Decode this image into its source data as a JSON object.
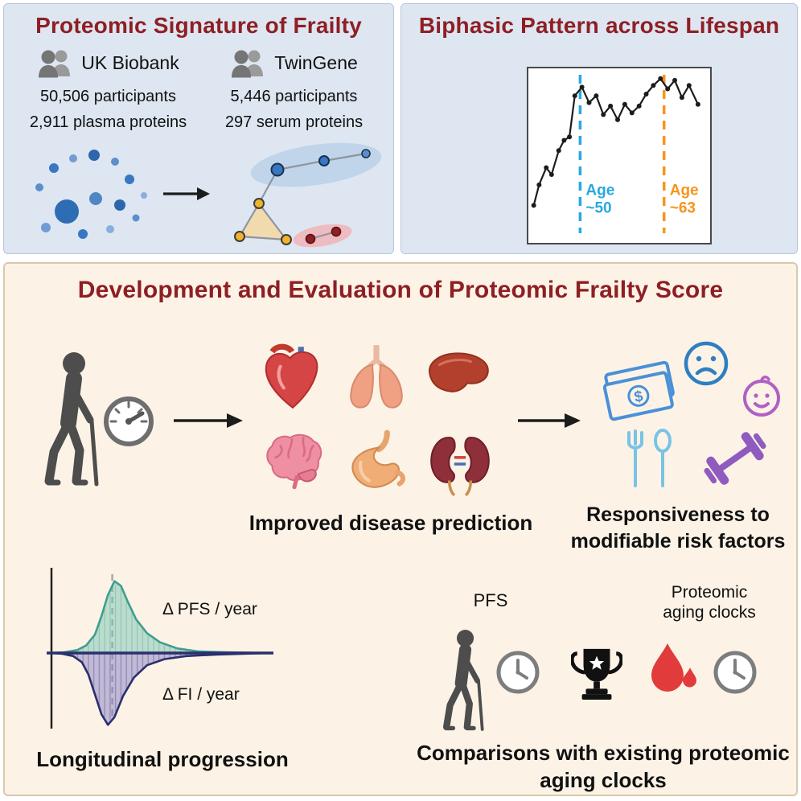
{
  "colors": {
    "title_red": "#8e1f24",
    "panel_blue_bg": "#dde6f1",
    "panel_cream_bg": "#fcf3e6",
    "blue_accent": "#29a8e0",
    "orange_accent": "#f7941d"
  },
  "icons": [
    "people-icon",
    "protein-dots-icon",
    "right-arrow-icon",
    "network-diagram-icon",
    "elderly-person-cane-icon",
    "gauge-icon",
    "heart-icon",
    "lungs-icon",
    "liver-icon",
    "brain-icon",
    "stomach-icon",
    "kidneys-icon",
    "money-icon",
    "sad-face-icon",
    "child-face-icon",
    "utensils-icon",
    "dumbbell-icon",
    "clock-icon",
    "trophy-icon",
    "blood-drop-icon"
  ],
  "top_left": {
    "title": "Proteomic Signature of Frailty",
    "cohorts": [
      {
        "name": "UK Biobank",
        "participants": "50,506 participants",
        "proteins": "2,911 plasma proteins"
      },
      {
        "name": "TwinGene",
        "participants": "5,446 participants",
        "proteins": "297 serum proteins"
      }
    ]
  },
  "top_right": {
    "title": "Biphasic Pattern across Lifespan",
    "chart_data": {
      "type": "line",
      "title": "Biphasic Pattern across Lifespan",
      "xlabel": "",
      "ylabel": "",
      "grid": false,
      "points": [
        [
          3,
          80
        ],
        [
          6,
          68
        ],
        [
          10,
          58
        ],
        [
          13,
          62
        ],
        [
          17,
          48
        ],
        [
          20,
          42
        ],
        [
          23,
          40
        ],
        [
          26,
          16
        ],
        [
          30,
          11
        ],
        [
          34,
          20
        ],
        [
          38,
          16
        ],
        [
          42,
          27
        ],
        [
          46,
          22
        ],
        [
          50,
          30
        ],
        [
          54,
          21
        ],
        [
          58,
          26
        ],
        [
          62,
          22
        ],
        [
          66,
          15
        ],
        [
          70,
          10
        ],
        [
          74,
          6
        ],
        [
          78,
          12
        ],
        [
          82,
          7
        ],
        [
          86,
          17
        ],
        [
          90,
          10
        ],
        [
          95,
          21
        ]
      ],
      "markers": [
        {
          "x": 29,
          "label": "Age\n~50",
          "color": "#29a8e0"
        },
        {
          "x": 76,
          "label": "Age\n~63",
          "color": "#f7941d"
        }
      ]
    }
  },
  "bottom": {
    "title": "Development and Evaluation of Proteomic Frailty Score",
    "disease_prediction_label": "Improved disease prediction",
    "responsiveness_label": "Responsiveness to\nmodifiable risk factors",
    "longitudinal": {
      "pfs_label": "Δ PFS / year",
      "fi_label": "Δ FI / year",
      "caption": "Longitudinal progression",
      "chart_data": {
        "type": "area",
        "dashed_x": 28,
        "series": [
          {
            "name": "Δ PFS / year",
            "fill": "#6cc0b0",
            "stroke": "#3f9e8e",
            "points": [
              [
                0,
                0
              ],
              [
                6,
                0.5
              ],
              [
                12,
                2
              ],
              [
                16,
                5
              ],
              [
                20,
                12
              ],
              [
                23,
                24
              ],
              [
                26,
                38
              ],
              [
                29,
                47
              ],
              [
                32,
                44
              ],
              [
                35,
                34
              ],
              [
                39,
                22
              ],
              [
                44,
                13
              ],
              [
                50,
                7
              ],
              [
                58,
                3
              ],
              [
                68,
                1
              ],
              [
                80,
                0.5
              ],
              [
                100,
                0
              ]
            ]
          },
          {
            "name": "Δ FI / year",
            "fill": "#7a74c0",
            "stroke": "#2b2f6e",
            "points": [
              [
                0,
                0
              ],
              [
                5,
                -0.5
              ],
              [
                10,
                -2
              ],
              [
                14,
                -6
              ],
              [
                17,
                -14
              ],
              [
                20,
                -27
              ],
              [
                23,
                -40
              ],
              [
                26,
                -47
              ],
              [
                29,
                -42
              ],
              [
                33,
                -28
              ],
              [
                38,
                -16
              ],
              [
                44,
                -8
              ],
              [
                52,
                -4
              ],
              [
                62,
                -2
              ],
              [
                76,
                -1
              ],
              [
                100,
                0
              ]
            ]
          }
        ]
      }
    },
    "comparison": {
      "pfs_label": "PFS",
      "clocks_label": "Proteomic\naging clocks",
      "caption": "Comparisons with existing proteomic\naging clocks"
    }
  }
}
